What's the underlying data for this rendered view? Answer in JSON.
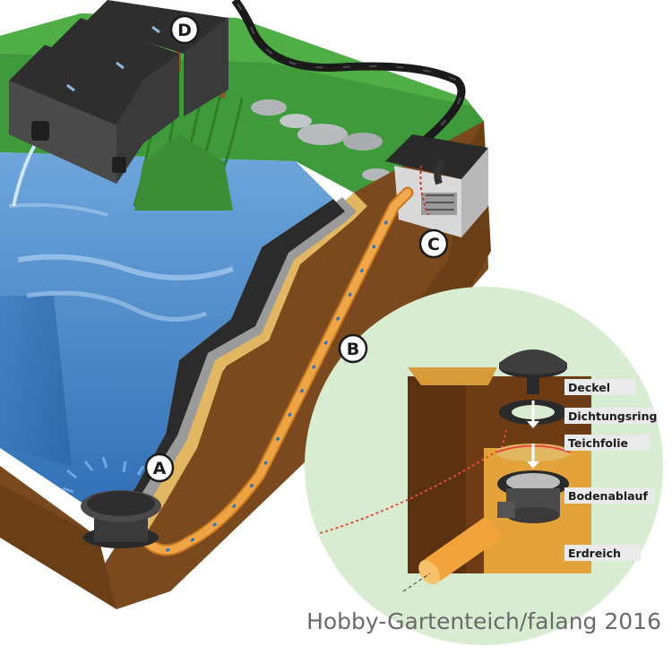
{
  "markers": {
    "a": "A",
    "b": "B",
    "c": "C",
    "d": "D"
  },
  "detail_labels": {
    "deckel": "Deckel",
    "dichtungsring": "Dichtungsring",
    "teichfolie": "Teichfolie",
    "bodenablauf": "Bodenablauf",
    "erdreich": "Erdreich"
  },
  "credit": "Hobby-Gartenteich/falang 2016",
  "colors": {
    "water": "#3f7fc4",
    "soil": "#7a4a1e",
    "grass": "#3e9a3a",
    "pipe": "#f2a33a",
    "detail_bg": "#d8ecd2"
  }
}
